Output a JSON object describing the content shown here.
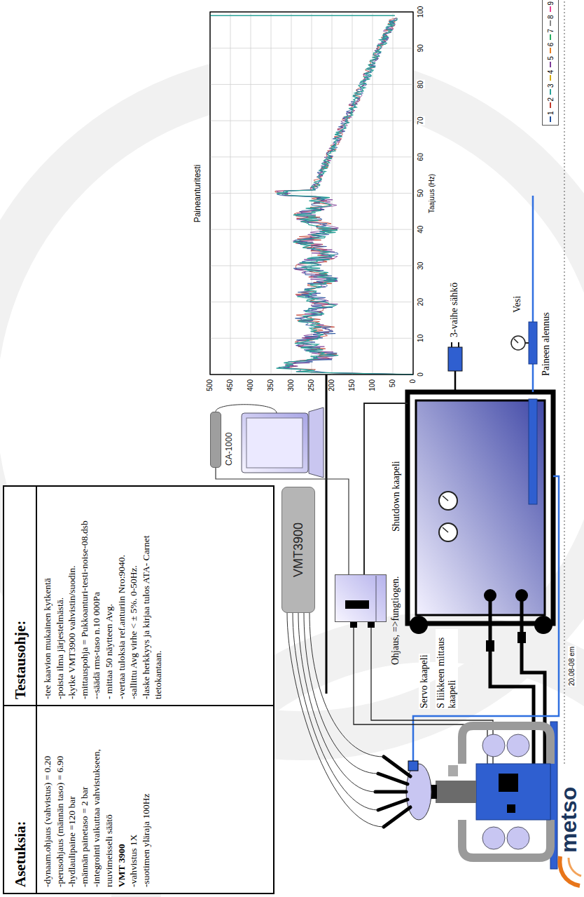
{
  "diagram": {
    "nodes": [
      {
        "text": [
          "Asetuksia:",
          "-dynaam.ohjaus (vahvistus) = 0.20",
          "-perusohjaus (männän taso) = 6.90",
          "-hydlaulipaine =120 bar",
          "-männän painetaso = 2 bar",
          "-integrointi vaikuttaa vahvistukseen, ruuvimeisseli säätö",
          "VMT 3900",
          "-vahvistus 1X",
          "-suotimen yläraja 100Hz"
        ]
      },
      {
        "text": [
          "Testausohje:",
          "-tee kaavion mukainen kytkentä",
          "-poista ilma järjestelmästä.",
          "-kytke VMT3900 vahvistin/suodin.",
          "-mittauspohja = Pukkoanturi-testi-noise-08.dsb",
          "--säädä rms-taso n.10 000Pa",
          "- mittaa 50 näytteen Avg.",
          "-vertaa tuloksia ref.anturiin Nro:9040.",
          "-sallittu Avg virhe < ± 5%. 0-50Hz.",
          "-laske herkkyys ja kirjaa tulos ATA- Carnet tietokantaan."
        ]
      },
      {
        "text": [
          "VMT3900"
        ]
      },
      {
        "text": [
          "CA-1000"
        ]
      },
      {
        "text": [
          "Ohjaus, =>fungtiogen."
        ]
      }
    ],
    "edges": [
      {
        "from": 3,
        "to": 4,
        "arrow": "none"
      }
    ],
    "labels": [
      "Paineanturitesti",
      "0",
      "10",
      "20",
      "30",
      "40",
      "50",
      "60",
      "70",
      "80",
      "90",
      "100",
      "Taajuus (Hz)",
      "0",
      "50",
      "100",
      "150",
      "200",
      "250",
      "300",
      "350",
      "400",
      "450",
      "500",
      "Shutdown kaapeli",
      "Servo kaapeli",
      "S liikkeen mittaus kaapeli",
      "3-vaihe sähkö",
      "Vesi",
      "Paineen alennus",
      "20.08-08 em",
      "metso"
    ],
    "legend": [
      {
        "text": "1"
      },
      {
        "text": "2"
      },
      {
        "text": "3"
      },
      {
        "text": "4"
      },
      {
        "text": "5"
      },
      {
        "text": "6"
      },
      {
        "text": "7"
      },
      {
        "text": "8"
      },
      {
        "text": "9"
      }
    ]
  }
}
